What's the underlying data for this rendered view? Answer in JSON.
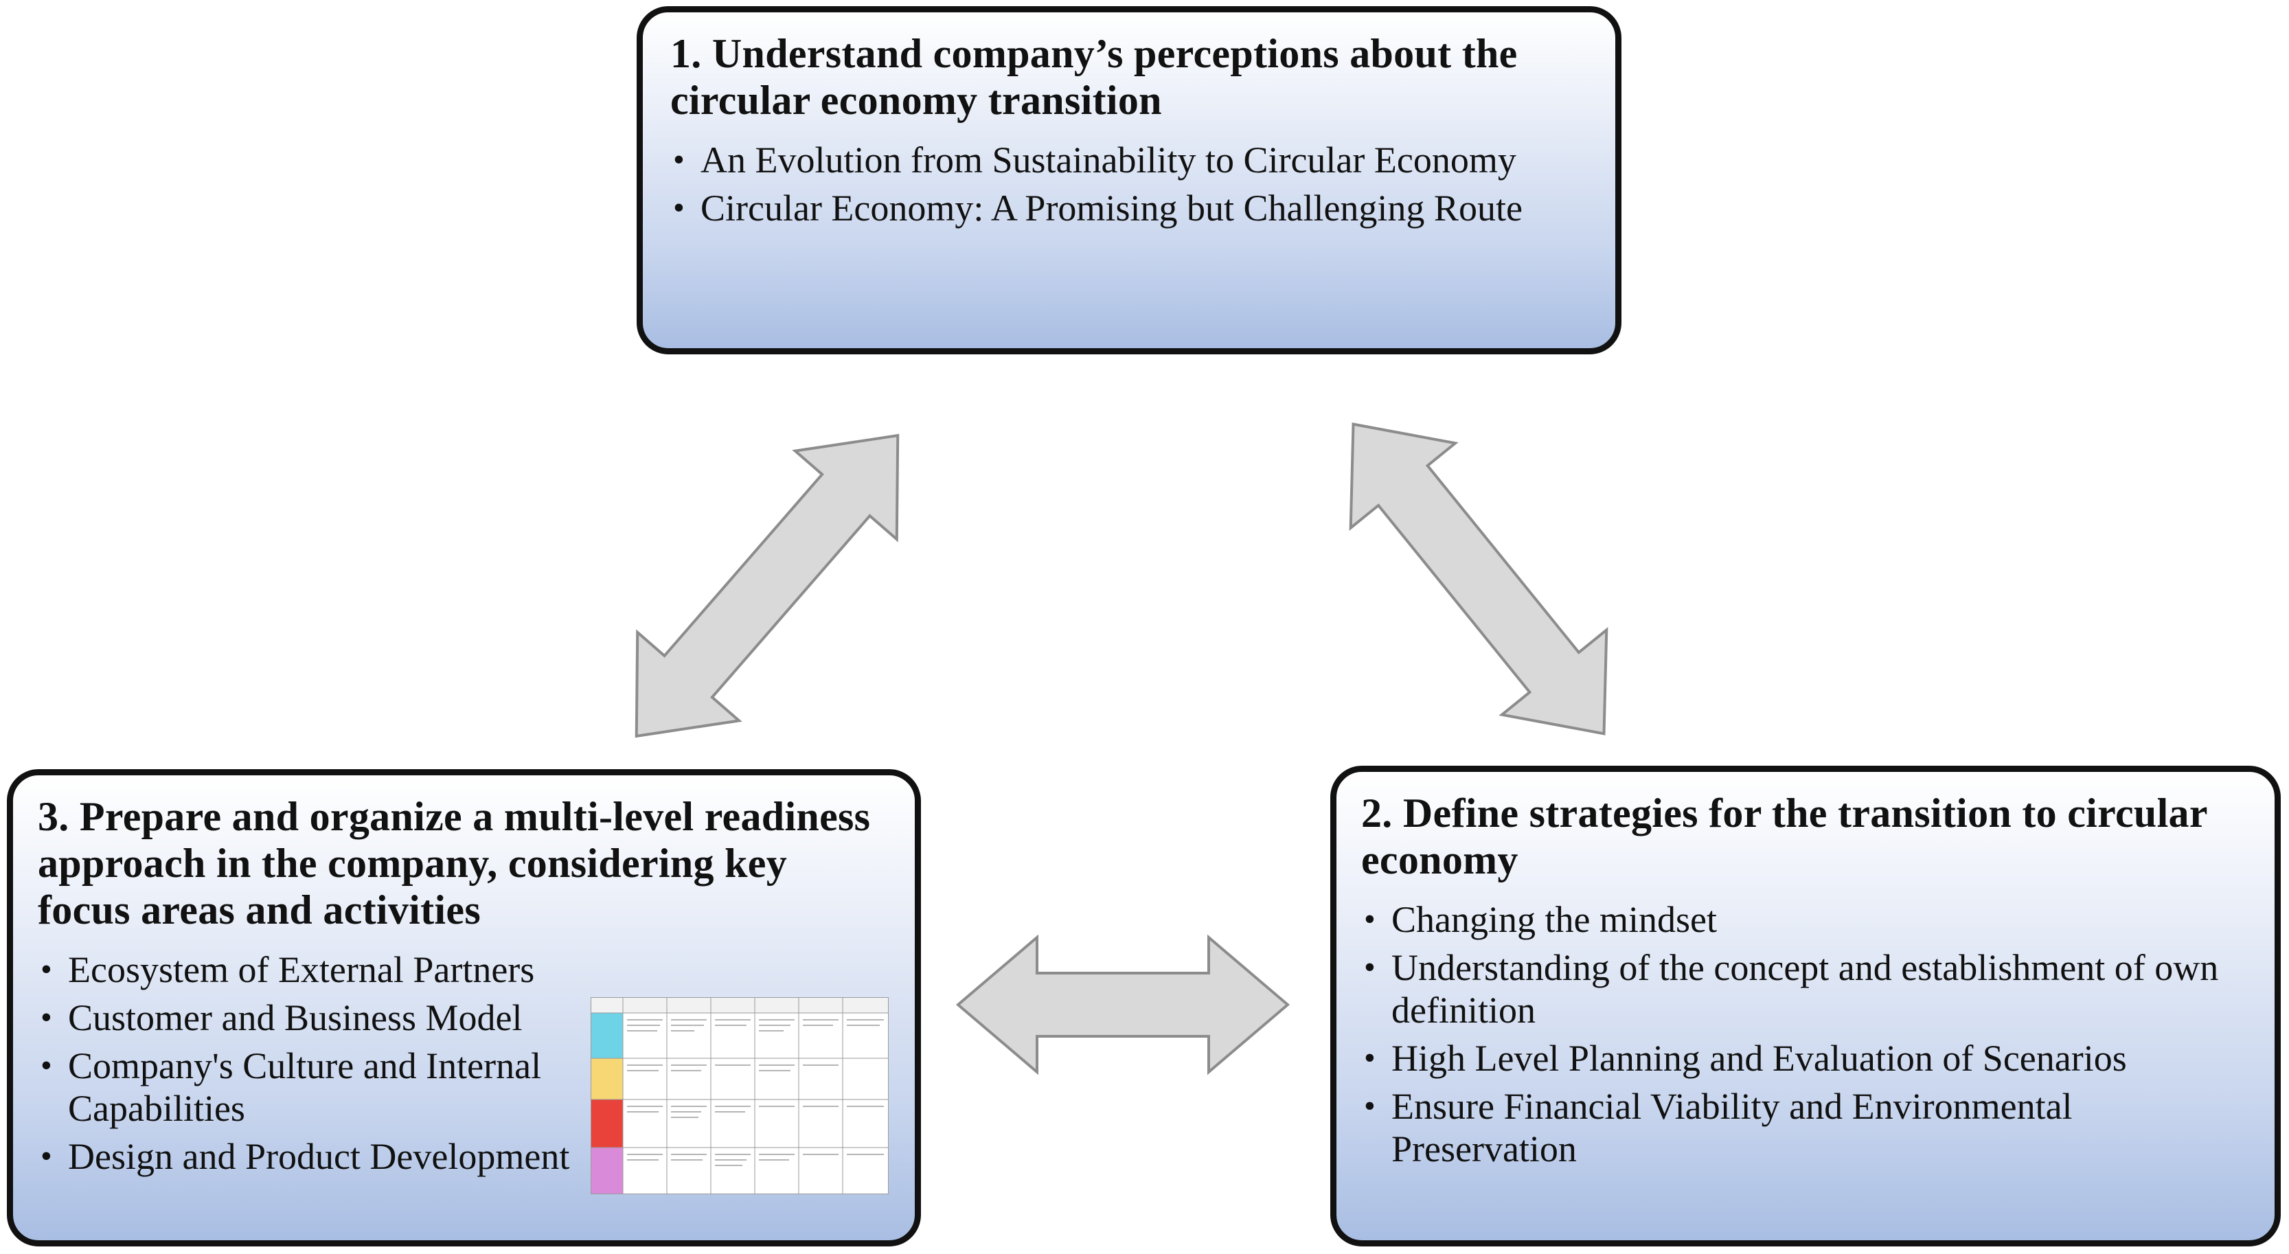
{
  "boxes": {
    "perceptions": {
      "title": "1. Understand company’s perceptions about the circular economy transition",
      "items": [
        "An Evolution from Sustainability to Circular Economy",
        "Circular Economy: A Promising but Challenging Route"
      ]
    },
    "strategies": {
      "title": "2. Define strategies for the transition to circular economy",
      "items": [
        "Changing the mindset",
        "Understanding of the concept and establishment of own definition",
        "High Level Planning and Evaluation of Scenarios",
        "Ensure Financial Viability and Environmental Preservation"
      ]
    },
    "readiness": {
      "title": "3. Prepare and organize a multi-level readiness approach in the company, considering key focus areas and activities",
      "items": [
        "Ecosystem of External Partners",
        "Customer and Business Model",
        "Company's Culture and Internal Capabilities",
        "Design and Product Development"
      ]
    }
  },
  "bullet_glyph": "•",
  "colors": {
    "box_border": "#111111",
    "box_gradient_top": "#ffffff",
    "box_gradient_bottom": "#a9bee3",
    "arrow_fill": "#d9d9d9",
    "arrow_stroke": "#8c8c8c",
    "thumb_row_colors": [
      "#6fd3e8",
      "#f7d774",
      "#e8423a",
      "#d98ad9"
    ]
  }
}
